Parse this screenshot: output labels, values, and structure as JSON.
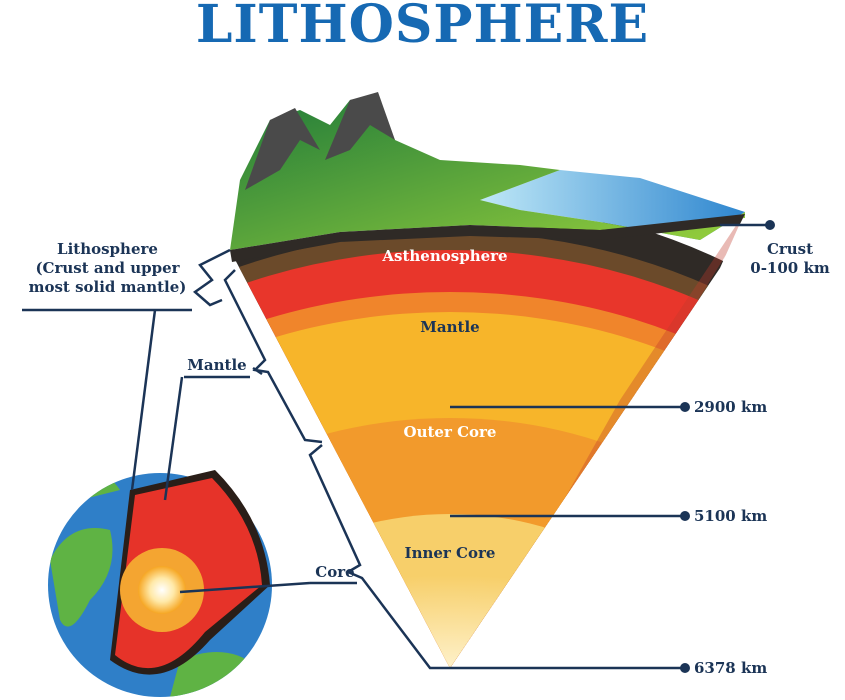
{
  "title": "LITHOSPHERE",
  "layers": {
    "asthenosphere": "Asthenosphere",
    "mantle": "Mantle",
    "outer_core": "Outer Core",
    "inner_core": "Inner Core"
  },
  "left_labels": {
    "lithosphere_line1": "Lithosphere",
    "lithosphere_line2": "(Crust and upper",
    "lithosphere_line3": "most solid mantle)",
    "mantle": "Mantle",
    "core": "Core"
  },
  "depths": {
    "crust_line1": "Crust",
    "crust_line2": "0-100 km",
    "d2900": "2900 km",
    "d5100": "5100 km",
    "d6378": "6378 km"
  },
  "colors": {
    "title": "#1669b3",
    "label": "#1b3456"
  }
}
